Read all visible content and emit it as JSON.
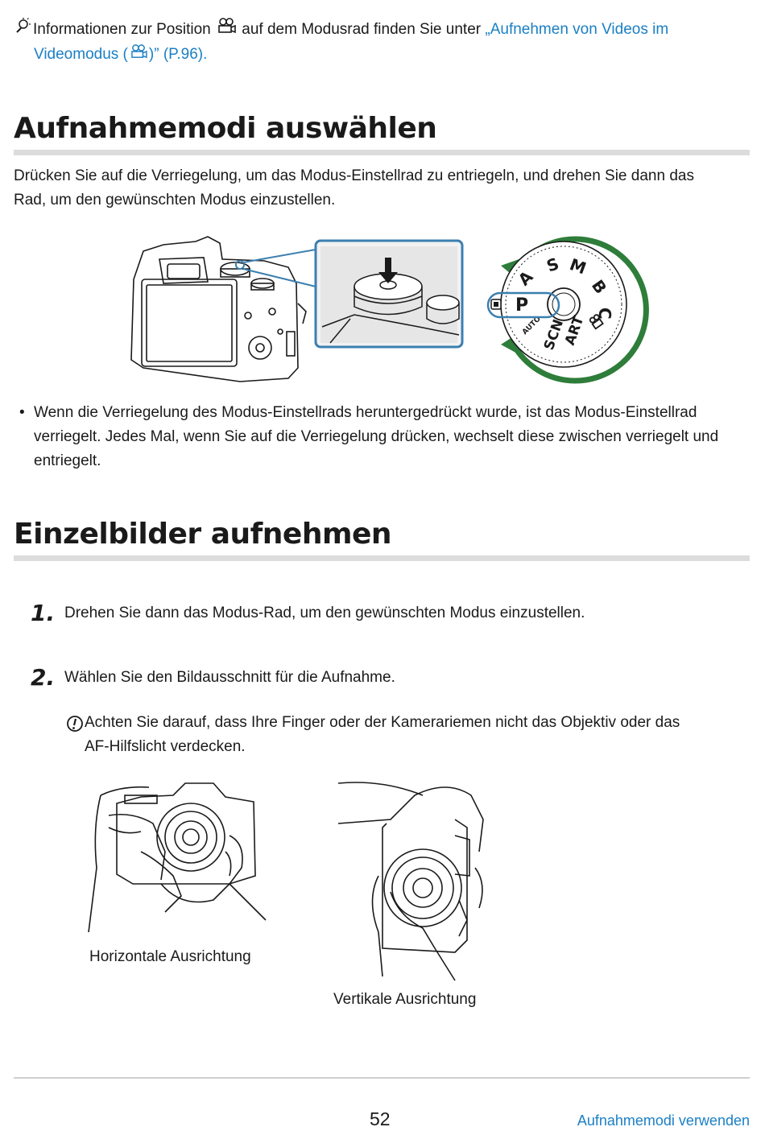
{
  "tip": {
    "icon": "hint-icon",
    "text_before": "Informationen zur Position",
    "video_icon": "movie-camera-icon",
    "text_middle": "auf dem Modusrad finden Sie unter",
    "link_line1": "„Aufnehmen von Videos im",
    "link_line2": "Videomodus (",
    "link_end": ")” (P.96)."
  },
  "section1": {
    "title": "Aufnahmemodi auswählen",
    "intro_line1": "Drücken Sie auf die Verriegelung, um das Modus-Einstellrad zu entriegeln, und drehen Sie dann das",
    "intro_line2": "Rad, um den gewünschten Modus einzustellen.",
    "dial_labels": [
      "S",
      "M",
      "B",
      "C",
      "A",
      "P",
      "AUTO",
      "SCN",
      "ART"
    ],
    "bullet_line1": "Wenn die Verriegelung des Modus-Einstellrads heruntergedrückt wurde, ist das Modus-Einstellrad",
    "bullet_line2": "verriegelt. Jedes Mal, wenn Sie auf die Verriegelung drücken, wechselt diese zwischen verriegelt und",
    "bullet_line3": "entriegelt."
  },
  "section2": {
    "title": "Einzelbilder aufnehmen",
    "step1_num": "1.",
    "step1_text": "Drehen Sie dann das Modus-Rad, um den gewünschten Modus einzustellen.",
    "step2_num": "2.",
    "step2_text": "Wählen Sie den Bildausschnitt für die Aufnahme.",
    "caution_icon": "caution-icon",
    "caution_line1": "Achten Sie darauf, dass Ihre Finger oder der Kamerariemen nicht das Objektiv oder das",
    "caution_line2": "AF-Hilfslicht verdecken.",
    "caption_horizontal": "Horizontale Ausrichtung",
    "caption_vertical": "Vertikale Ausrichtung"
  },
  "footer": {
    "page_number": "52",
    "chapter": "Aufnahmemodi verwenden"
  },
  "colors": {
    "link": "#1a7fc4",
    "accent_green": "#2e7d3a",
    "callout_blue": "#3b7fb0",
    "rule_gray": "#dcdcdc"
  }
}
